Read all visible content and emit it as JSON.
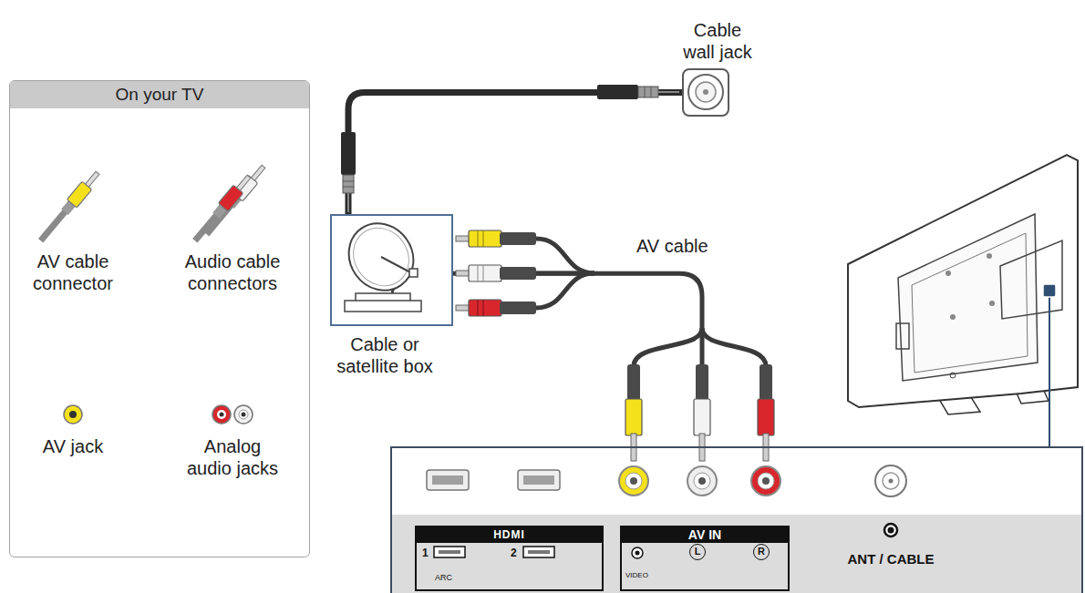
{
  "diagram": {
    "nodes": [
      {
        "text": [
          "On your TV"
        ]
      },
      {
        "text": [
          "Cable wall jack"
        ]
      },
      {
        "text": [
          "Cable or satellite box"
        ]
      },
      {
        "text": [
          "ANT / CABLE"
        ]
      },
      {
        "text": [
          "HDMI",
          "1",
          "ARC",
          "2"
        ],
        "in": 3
      },
      {
        "text": [
          "AV IN",
          "VIDEO",
          "L",
          "R"
        ],
        "in": 3
      }
    ],
    "edges": [
      {
        "from": 1,
        "to": 2,
        "arrow": "none"
      },
      {
        "from": 2,
        "to": 3,
        "label": "AV cable",
        "arrow": "none"
      }
    ],
    "labels": [
      "AV cable connector",
      "Audio cable connectors",
      "AV jack",
      "Analog audio jacks"
    ]
  }
}
